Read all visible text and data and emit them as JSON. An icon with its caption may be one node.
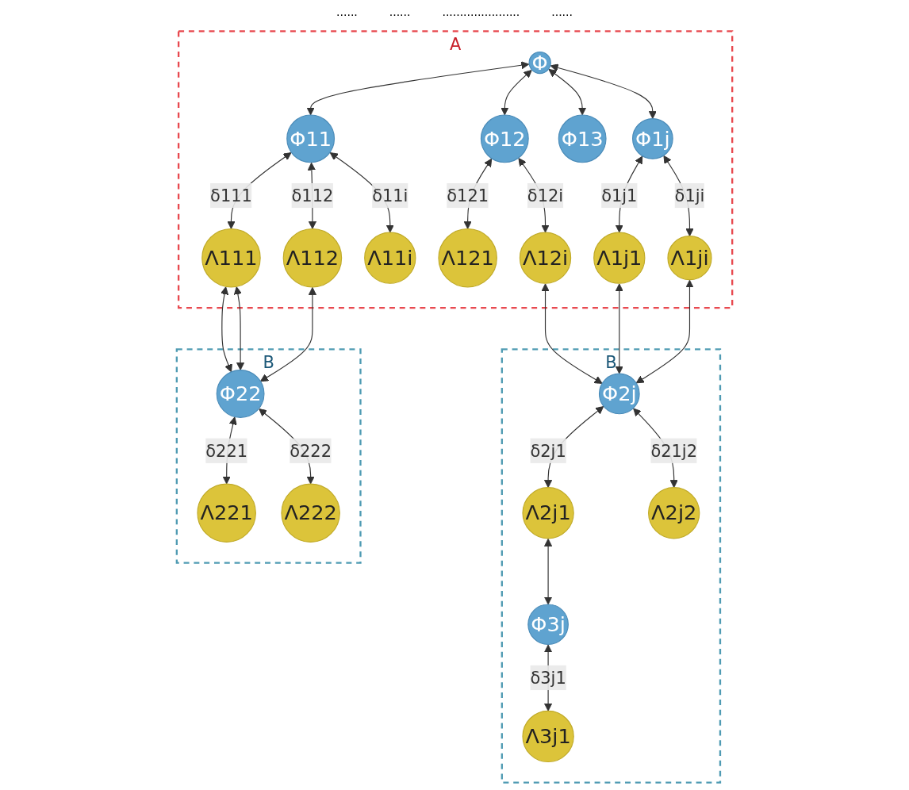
{
  "diagram": {
    "nodes": [
      {
        "text": [
          "A"
        ]
      },
      {
        "text": [
          "Φ"
        ],
        "in": 0
      },
      {
        "text": [
          "Φ11"
        ],
        "in": 0
      },
      {
        "text": [
          "Φ12"
        ],
        "in": 0
      },
      {
        "text": [
          "Φ13"
        ],
        "in": 0
      },
      {
        "text": [
          "Φ1j"
        ],
        "in": 0
      },
      {
        "text": [
          "Λ111"
        ],
        "in": 0
      },
      {
        "text": [
          "Λ112"
        ],
        "in": 0
      },
      {
        "text": [
          "Λ11i"
        ],
        "in": 0
      },
      {
        "text": [
          "Λ121"
        ],
        "in": 0
      },
      {
        "text": [
          "Λ12i"
        ],
        "in": 0
      },
      {
        "text": [
          "Λ1j1"
        ],
        "in": 0
      },
      {
        "text": [
          "Λ1ji"
        ],
        "in": 0
      },
      {
        "text": [
          "B"
        ]
      },
      {
        "text": [
          "Φ22"
        ],
        "in": 13
      },
      {
        "text": [
          "Λ221"
        ],
        "in": 13
      },
      {
        "text": [
          "Λ222"
        ],
        "in": 13
      },
      {
        "text": [
          "B"
        ]
      },
      {
        "text": [
          "Φ2j"
        ],
        "in": 17
      },
      {
        "text": [
          "Λ2j1"
        ],
        "in": 17
      },
      {
        "text": [
          "Λ2j2"
        ],
        "in": 17
      },
      {
        "text": [
          "Φ3j"
        ],
        "in": 17
      },
      {
        "text": [
          "Λ3j1"
        ],
        "in": 17
      }
    ],
    "edges": [
      {
        "from": 1,
        "to": 2,
        "arrow": "both"
      },
      {
        "from": 1,
        "to": 3,
        "arrow": "both"
      },
      {
        "from": 1,
        "to": 4,
        "arrow": "both"
      },
      {
        "from": 1,
        "to": 5,
        "arrow": "both"
      },
      {
        "from": 2,
        "to": 6,
        "label": "δ111",
        "arrow": "both"
      },
      {
        "from": 2,
        "to": 7,
        "label": "δ112",
        "arrow": "both"
      },
      {
        "from": 2,
        "to": 8,
        "label": "δ11i",
        "arrow": "both"
      },
      {
        "from": 3,
        "to": 9,
        "label": "δ121",
        "arrow": "both"
      },
      {
        "from": 3,
        "to": 10,
        "label": "δ12i",
        "arrow": "both"
      },
      {
        "from": 5,
        "to": 11,
        "label": "δ1j1",
        "arrow": "both"
      },
      {
        "from": 5,
        "to": 12,
        "label": "δ1ji",
        "arrow": "both"
      },
      {
        "from": 6,
        "to": 14,
        "arrow": "both"
      },
      {
        "from": 6,
        "to": 14,
        "arrow": "both"
      },
      {
        "from": 7,
        "to": 14,
        "arrow": "both"
      },
      {
        "from": 10,
        "to": 18,
        "arrow": "both"
      },
      {
        "from": 11,
        "to": 18,
        "arrow": "both"
      },
      {
        "from": 12,
        "to": 18,
        "arrow": "both"
      },
      {
        "from": 14,
        "to": 15,
        "label": "δ221",
        "arrow": "both"
      },
      {
        "from": 14,
        "to": 16,
        "label": "δ222",
        "arrow": "both"
      },
      {
        "from": 18,
        "to": 19,
        "label": "δ2j1",
        "arrow": "both"
      },
      {
        "from": 18,
        "to": 20,
        "label": "δ21j2",
        "arrow": "both"
      },
      {
        "from": 19,
        "to": 21,
        "arrow": "both"
      },
      {
        "from": 21,
        "to": 22,
        "label": "δ3j1",
        "arrow": "both"
      }
    ],
    "labels": [
      "......",
      "......",
      "......................",
      "......"
    ]
  }
}
